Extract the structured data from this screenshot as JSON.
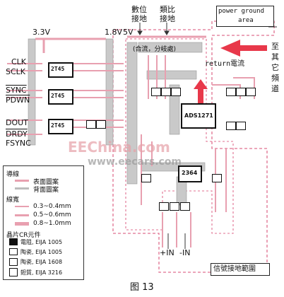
{
  "labels": {
    "volt_33": "3.3V",
    "volt_18": "1.8V",
    "volt_5": "5V",
    "digital_ground_1": "數位",
    "digital_ground_2": "接地",
    "analog_ground_1": "類比",
    "analog_ground_2": "接地",
    "power_ground_area_1": "power ground",
    "power_ground_area_2": "area",
    "merge_split": "(合流，分岐處)",
    "return_current": "return電流",
    "to_other_1": "至",
    "to_other_2": "其",
    "to_other_3": "它",
    "to_other_4": "頻",
    "to_other_5": "道",
    "clk": "CLK",
    "sclk": "SCLK",
    "sync": "SYNC",
    "pdwn": "PDWN",
    "dout": "DOUT",
    "drdy": "DRDY",
    "fsync": "FSYNC",
    "chip_main": "ADS1271",
    "chip_aux": "2364",
    "chip_2t45_1": "2T45",
    "chip_2t45_2": "2T45",
    "chip_2t45_3": "2T45",
    "in_plus": "+IN",
    "in_minus": "-IN",
    "signal_ground_range": "信號接地範圍",
    "figure_caption": "图 13",
    "watermark": "EEChina.com",
    "watermark_url": "www.eecars.com"
  },
  "legend": {
    "traces_title": "導線",
    "surface_pattern": "表面圖案",
    "back_pattern": "背面圖案",
    "width_title": "線寬",
    "w1": "0.3~0.4mm",
    "w2": "0.5~0.6mm",
    "w3": "0.8~1.0mm",
    "chip_title": "晶片CR元件",
    "r_label": "電阻, EIJA 1005",
    "c1_label": "陶瓷, EIJA 1005",
    "c2_label": "陶瓷, EIJA 1608",
    "c3_label": "鉭質, EIJA 3216"
  },
  "colors": {
    "surface": "#e8a0b0",
    "back": "#c0c0c0",
    "accent_red": "#e8384a",
    "dashed": "#e07090"
  }
}
